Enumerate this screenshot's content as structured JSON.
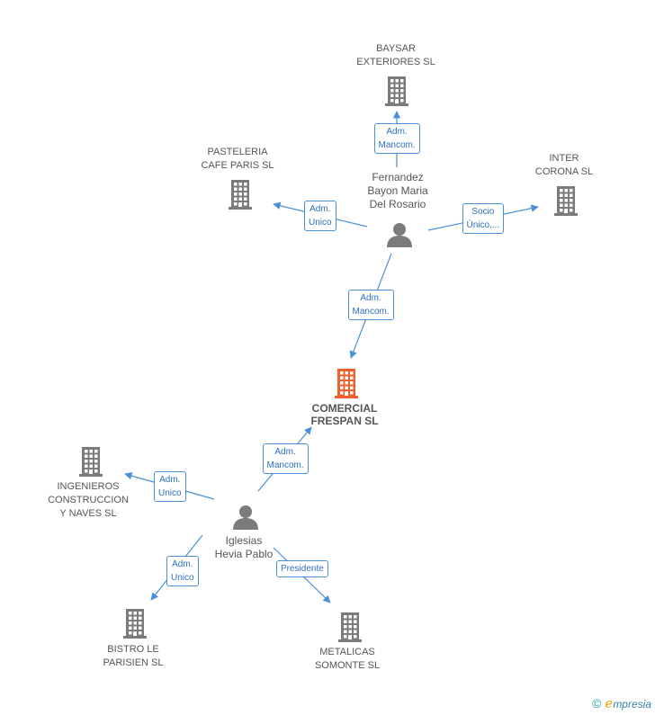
{
  "colors": {
    "edge": "#4a90d9",
    "company": "#7b7b7b",
    "focus": "#f0602a",
    "person": "#7b7b7b"
  },
  "companies": [
    {
      "id": "baysar",
      "label": "BAYSAR\nEXTERIORES SL",
      "icon": "building-icon"
    },
    {
      "id": "pasteleria",
      "label": "PASTELERIA\nCAFE PARIS SL",
      "icon": "building-icon"
    },
    {
      "id": "inter",
      "label": "INTER\nCORONA SL",
      "icon": "building-icon"
    },
    {
      "id": "comercial",
      "label": "COMERCIAL\nFRESPAN SL",
      "icon": "building-icon",
      "focus": true
    },
    {
      "id": "ingenieros",
      "label": "INGENIEROS\nCONSTRUCCION\nY NAVES SL",
      "icon": "building-icon"
    },
    {
      "id": "bistro",
      "label": "BISTRO LE\nPARISIEN SL",
      "icon": "building-icon"
    },
    {
      "id": "metalicas",
      "label": "METALICAS\nSOMONTE SL",
      "icon": "building-icon"
    }
  ],
  "persons": [
    {
      "id": "fernandez",
      "label": "Fernandez\nBayon Maria\nDel Rosario",
      "icon": "person-icon"
    },
    {
      "id": "iglesias",
      "label": "Iglesias\nHevia Pablo",
      "icon": "person-icon"
    }
  ],
  "edges": [
    {
      "id": "e1",
      "from": "fernandez",
      "to": "baysar",
      "label": "Adm.\nMancom."
    },
    {
      "id": "e2",
      "from": "fernandez",
      "to": "pasteleria",
      "label": "Adm.\nUnico"
    },
    {
      "id": "e3",
      "from": "fernandez",
      "to": "inter",
      "label": "Socio\nÚnico,..."
    },
    {
      "id": "e4",
      "from": "fernandez",
      "to": "comercial",
      "label": "Adm.\nMancom."
    },
    {
      "id": "e5",
      "from": "iglesias",
      "to": "comercial",
      "label": "Adm.\nMancom."
    },
    {
      "id": "e6",
      "from": "iglesias",
      "to": "ingenieros",
      "label": "Adm.\nUnico"
    },
    {
      "id": "e7",
      "from": "iglesias",
      "to": "bistro",
      "label": "Adm.\nUnico"
    },
    {
      "id": "e8",
      "from": "iglesias",
      "to": "metalicas",
      "label": "Presidente"
    }
  ],
  "brand": {
    "copyright": "©",
    "e": "e",
    "name": "mpresia"
  }
}
